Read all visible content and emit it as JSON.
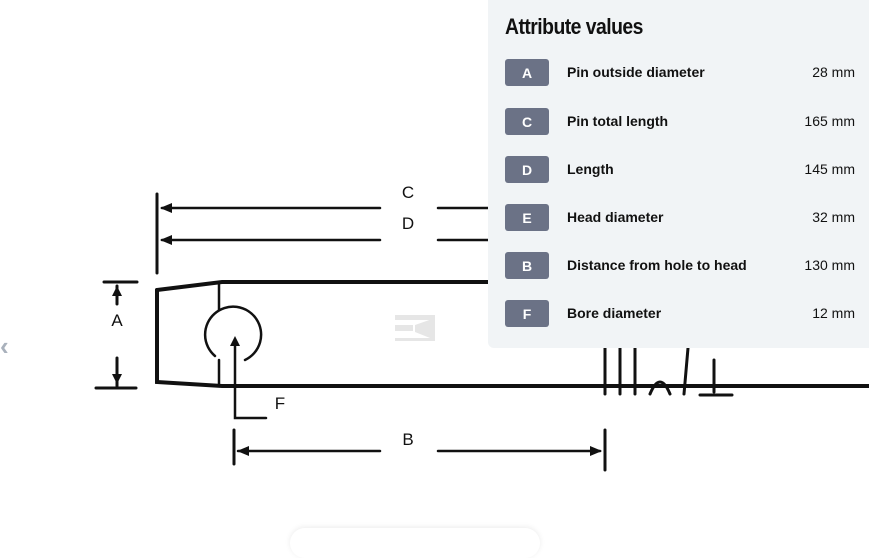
{
  "panel": {
    "title": "Attribute values",
    "rows": [
      {
        "code": "A",
        "label": "Pin outside diameter",
        "value": "28 mm"
      },
      {
        "code": "C",
        "label": "Pin total length",
        "value": "165 mm"
      },
      {
        "code": "D",
        "label": "Length",
        "value": "145 mm"
      },
      {
        "code": "E",
        "label": "Head diameter",
        "value": "32 mm"
      },
      {
        "code": "B",
        "label": "Distance from hole to head",
        "value": "130 mm"
      },
      {
        "code": "F",
        "label": "Bore diameter",
        "value": "12 mm"
      }
    ]
  },
  "diagram": {
    "labels": {
      "c": "C",
      "d": "D",
      "a": "A",
      "f": "F",
      "b": "B"
    }
  },
  "colors": {
    "panel_bg": "#f1f4f6",
    "badge": "#6b7286"
  }
}
